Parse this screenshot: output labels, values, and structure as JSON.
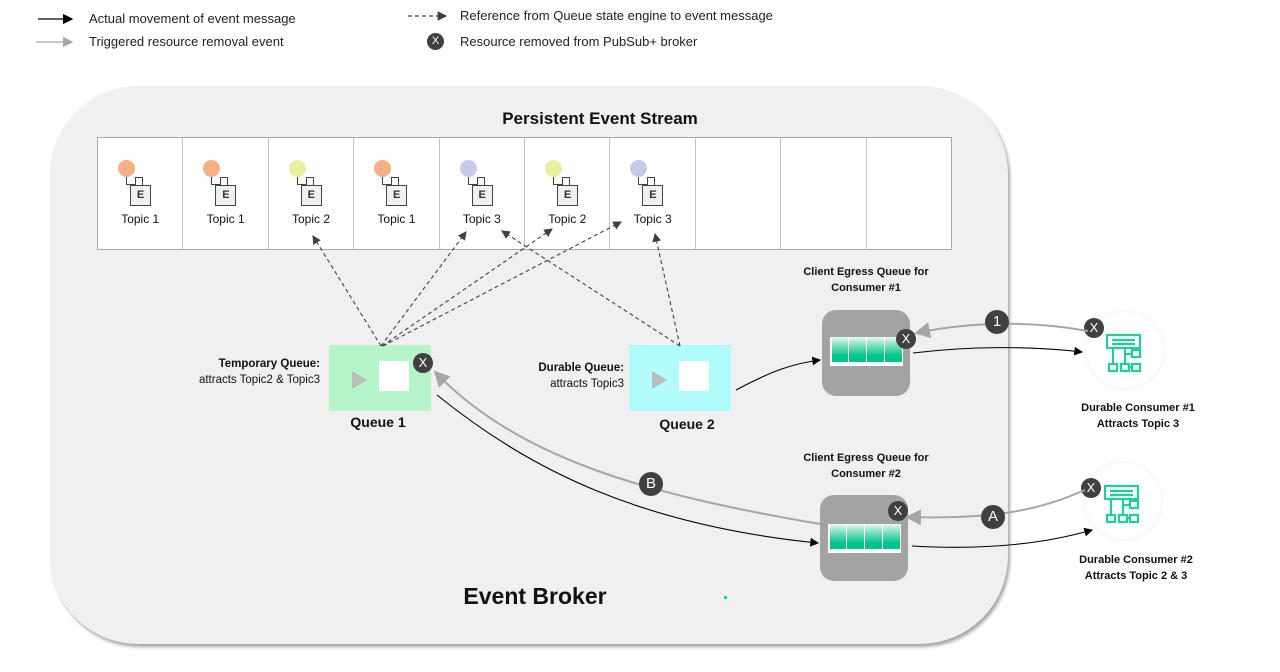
{
  "legend": {
    "items": [
      {
        "id": "actual-movement",
        "label": "Actual movement of event message",
        "line_color": "#000000",
        "style": "solid"
      },
      {
        "id": "triggered-removal",
        "label": "Triggered resource removal event",
        "line_color": "#a6a6a6",
        "style": "solid"
      },
      {
        "id": "reference",
        "label": "Reference from Queue state engine to event message",
        "line_color": "#404040",
        "style": "dashed"
      },
      {
        "id": "resource-removed",
        "label": "Resource removed from PubSub+ broker",
        "badge": "X"
      }
    ]
  },
  "stream": {
    "title": "Persistent Event Stream",
    "event_letter": "E",
    "cells": [
      {
        "topic": "Topic 1",
        "color": "#f4b183"
      },
      {
        "topic": "Topic 1",
        "color": "#f4b183"
      },
      {
        "topic": "Topic 2",
        "color": "#e6f09e"
      },
      {
        "topic": "Topic 1",
        "color": "#f4b183"
      },
      {
        "topic": "Topic 3",
        "color": "#c5cbe9"
      },
      {
        "topic": "Topic 2",
        "color": "#e6f09e"
      },
      {
        "topic": "Topic 3",
        "color": "#c5cbe9"
      },
      {
        "topic": ""
      },
      {
        "topic": ""
      },
      {
        "topic": ""
      }
    ]
  },
  "queues": [
    {
      "name": "Queue 1",
      "type_label": "Temporary Queue:",
      "desc": "attracts Topic2 & Topic3",
      "color": "#b6f4c9",
      "removed": true
    },
    {
      "name": "Queue 2",
      "type_label": "Durable Queue:",
      "desc": "attracts Topic3",
      "color": "#b3fcfc",
      "removed": false
    }
  ],
  "egress_queues": [
    {
      "title_line1": "Client Egress Queue for",
      "title_line2": "Consumer #1",
      "removed": true
    },
    {
      "title_line1": "Client Egress Queue for",
      "title_line2": "Consumer #2",
      "removed": true
    }
  ],
  "consumers": [
    {
      "line1": "Durable Consumer #1",
      "line2": "Attracts Topic  3",
      "removed": true,
      "icon_color": "#1fcf9a"
    },
    {
      "line1": "Durable Consumer #2",
      "line2": "Attracts Topic  2 & 3",
      "removed": true,
      "icon_color": "#1fcf9a"
    }
  ],
  "steps": {
    "step1": "1",
    "stepA": "A",
    "stepB": "B"
  },
  "x_badge": "X",
  "broker": {
    "title": "Event Broker"
  }
}
